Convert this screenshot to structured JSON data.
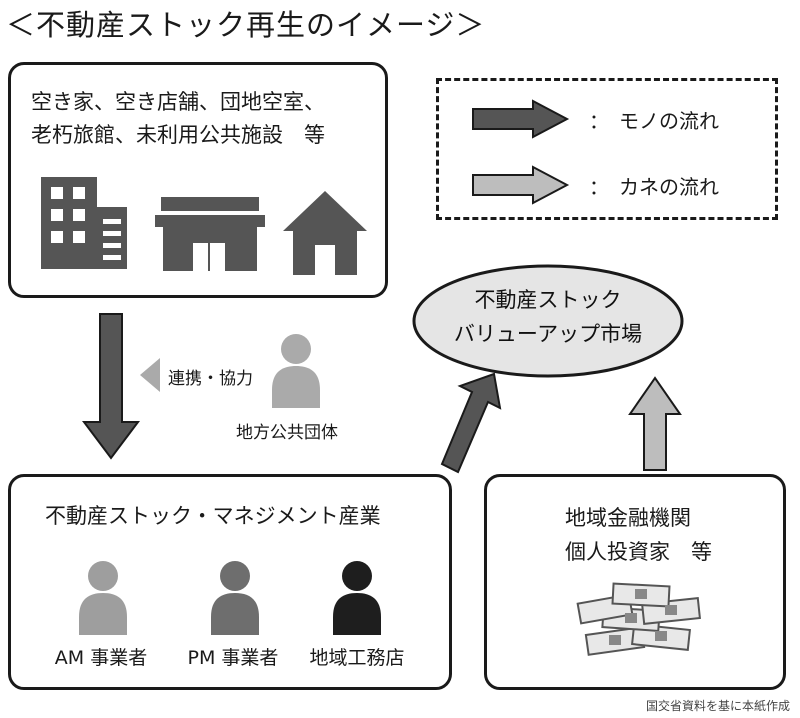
{
  "title": "＜不動産ストック再生のイメージ＞",
  "stock_box": {
    "line1": "空き家、空き店舗、団地空室、",
    "line2": "老朽旅館、未利用公共施設　等"
  },
  "legend": {
    "goods_label": "：　モノの流れ",
    "money_label": "：　カネの流れ",
    "goods_color": "#555555",
    "money_color": "#bdbdbd"
  },
  "market": {
    "line1": "不動産ストック",
    "line2": "バリューアップ市場"
  },
  "cooperation_label": "連携・協力",
  "local_gov_label": "地方公共団体",
  "management_box": {
    "title": "不動産ストック・マネジメント産業",
    "people": [
      {
        "label": "AM 事業者",
        "color": "#9e9e9e"
      },
      {
        "label": "PM 事業者",
        "color": "#6e6e6e"
      },
      {
        "label": "地域工務店",
        "color": "#1e1e1e"
      }
    ]
  },
  "finance_box": {
    "line1": "地域金融機関",
    "line2": "個人投資家　等"
  },
  "source": "国交省資料を基に本紙作成"
}
